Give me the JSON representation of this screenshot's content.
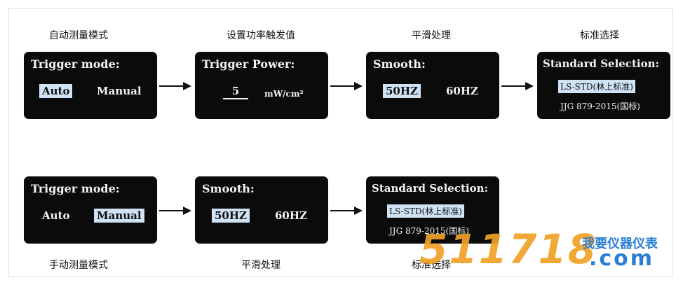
{
  "row1": {
    "captions": [
      "自动测量模式",
      "设置功率触发值",
      "平滑处理",
      "标准选择"
    ],
    "screen1": {
      "title": "Trigger mode:",
      "opt1": "Auto",
      "opt2": "Manual"
    },
    "screen2": {
      "title": "Trigger Power:",
      "value": "5",
      "unit": "mW/cm²"
    },
    "screen3": {
      "title": "Smooth:",
      "opt1": "50HZ",
      "opt2": "60HZ"
    },
    "screen4": {
      "title": "Standard Selection:",
      "opt1": "LS-STD(林上标准)",
      "opt2": "JJG 879-2015(国标)"
    }
  },
  "row2": {
    "captions": [
      "手动测量模式",
      "平滑处理",
      "标准选择"
    ],
    "screen1": {
      "title": "Trigger mode:",
      "opt1": "Auto",
      "opt2": "Manual"
    },
    "screen2": {
      "title": "Smooth:",
      "opt1": "50HZ",
      "opt2": "60HZ"
    },
    "screen3": {
      "title": "Standard Selection:",
      "opt1": "LS-STD(林上标准)",
      "opt2": "JJG 879-2015(国标)"
    }
  },
  "watermark": {
    "number": "511718",
    "brand": "我要仪器仪表",
    "domain": ".com"
  },
  "colors": {
    "screen": "#0b0b0b",
    "highlight": "#cfe3f5",
    "logo_orange": "#f0a126",
    "logo_blue": "#2b7fd3"
  }
}
